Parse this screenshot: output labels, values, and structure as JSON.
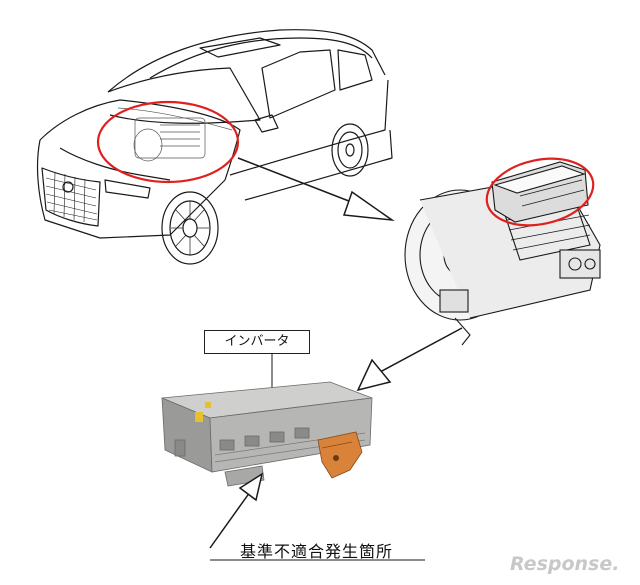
{
  "labels": {
    "inverter": "インバータ",
    "nonconformity_location": "基準不適合発生箇所"
  },
  "watermark": "Response.",
  "colors": {
    "highlight": "#e0201f",
    "line_art": "#1a1a1a",
    "inverter_body": "#b9b9b7",
    "bracket": "#d9823a"
  },
  "icons": {
    "vehicle": "suv-line-drawing",
    "transmission": "hybrid-transmission-drawing",
    "inverter": "inverter-unit-photo"
  }
}
